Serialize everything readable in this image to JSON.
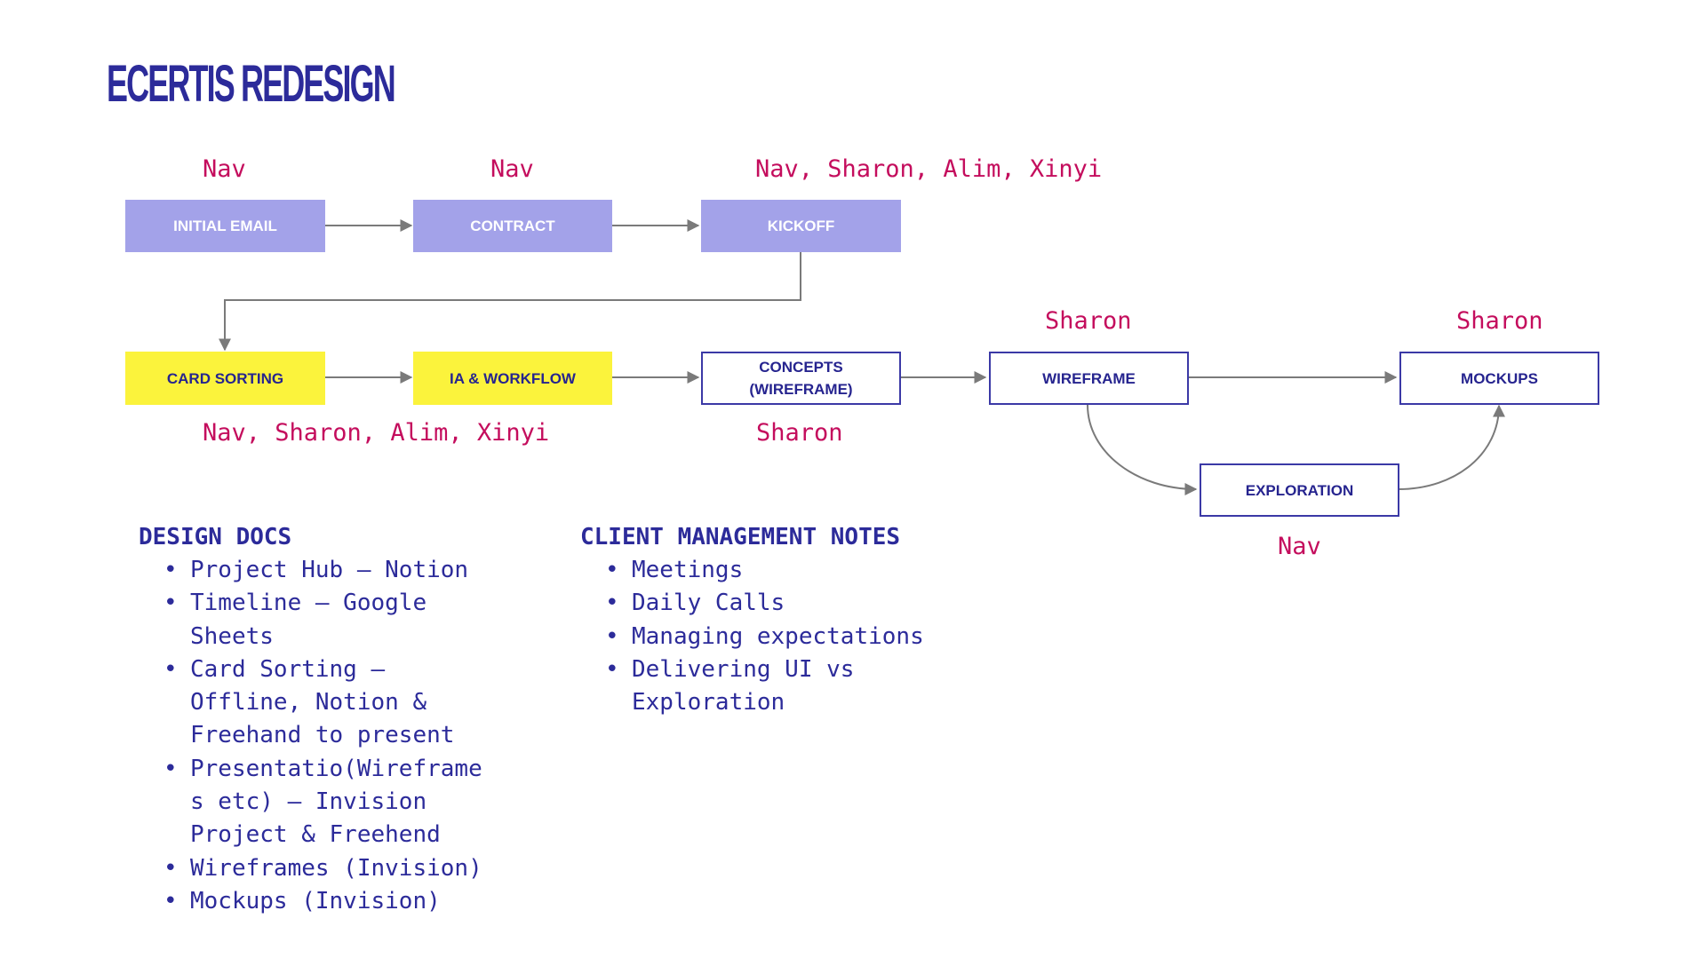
{
  "title": "ECERTIS REDESIGN",
  "colors": {
    "title": "#2c2b9a",
    "assignee_label": "#c40d5d",
    "box_purple_fill": "#a3a2e9",
    "box_yellow_fill": "#fbf33c",
    "box_outline_border": "#3b39a6",
    "connector": "#7a7a7a"
  },
  "flow": {
    "initial_email": {
      "label": "INITIAL EMAIL",
      "assignees": "Nav"
    },
    "contract": {
      "label": "CONTRACT",
      "assignees": "Nav"
    },
    "kickoff": {
      "label": "KICKOFF",
      "assignees": "Nav, Sharon, Alim, Xinyi"
    },
    "card_sorting": {
      "label": "CARD SORTING"
    },
    "ia_workflow": {
      "label": "IA & WORKFLOW"
    },
    "card_ia_assignees": "Nav, Sharon, Alim, Xinyi",
    "concepts": {
      "label": "CONCEPTS\n(WIREFRAME)",
      "assignees": "Sharon"
    },
    "wireframe": {
      "label": "WIREFRAME",
      "assignees": "Sharon"
    },
    "mockups": {
      "label": "MOCKUPS",
      "assignees": "Sharon"
    },
    "exploration": {
      "label": "EXPLORATION",
      "assignees": "Nav"
    }
  },
  "design_docs": {
    "heading": "DESIGN DOCS",
    "items": [
      "Project Hub – Notion",
      "Timeline – Google\nSheets",
      "Card Sorting –\n Offline, Notion &\nFreehand to present",
      "Presentatio(Wireframe\ns etc) – Invision\nProject & Freehend",
      "Wireframes (Invision)",
      "Mockups (Invision)"
    ]
  },
  "client_notes": {
    "heading": "CLIENT MANAGEMENT NOTES",
    "items": [
      "Meetings",
      "Daily Calls",
      "Managing expectations",
      "Delivering UI vs\nExploration"
    ]
  }
}
